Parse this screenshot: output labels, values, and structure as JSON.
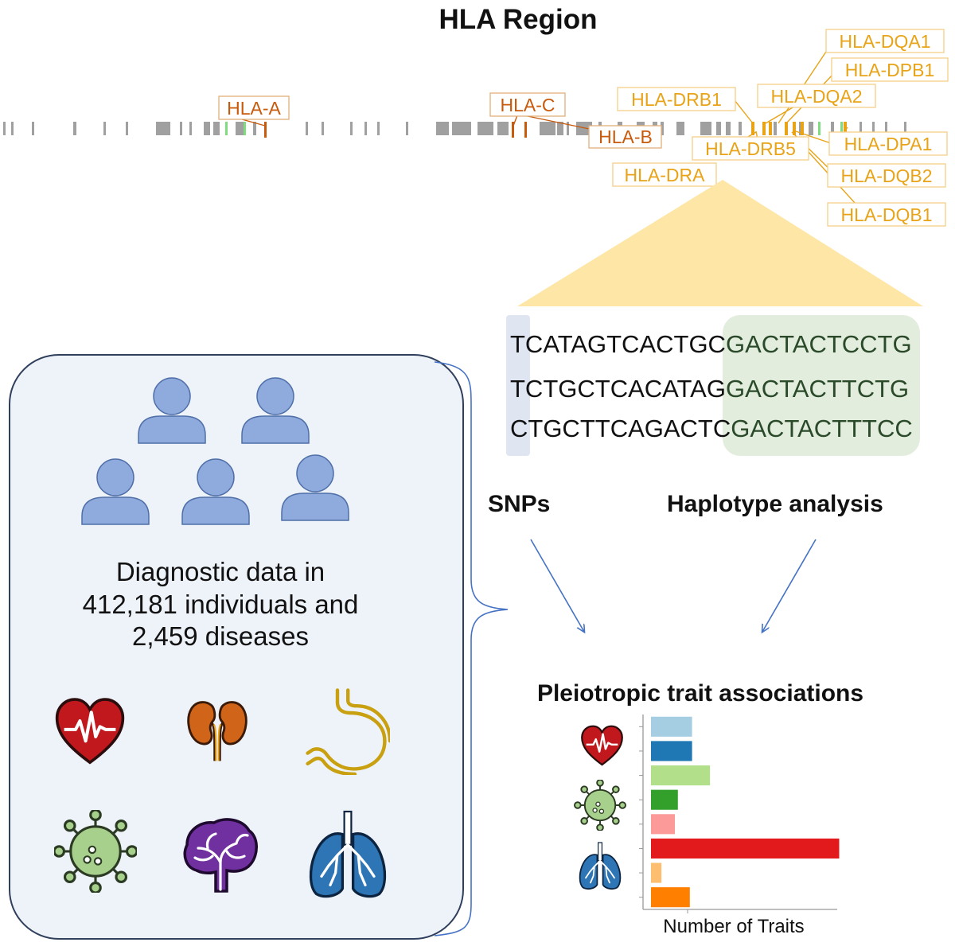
{
  "title": "HLA Region",
  "colors": {
    "class1": "#c85a0c",
    "class2": "#e8a317",
    "gene_gray": "#a0a0a0",
    "gene_green": "#7fdc7f",
    "triangle": "#fde6a6",
    "person": "#8faadc",
    "panel_bg": "#eef3fa",
    "panel_border": "#2f3f5c",
    "arrow": "#4472c4"
  },
  "class_one_genes": [
    "HLA-A",
    "HLA-C",
    "HLA-B"
  ],
  "class_two_genes": [
    "HLA-DQA1",
    "HLA-DPB1",
    "HLA-DRB1",
    "HLA-DQA2",
    "HLA-DRB5",
    "HLA-DPA1",
    "HLA-DRA",
    "HLA-DQB2",
    "HLA-DQB1"
  ],
  "sequences": [
    {
      "left": "TCATAGTCACTGC",
      "right": "GACTACTCCTG"
    },
    {
      "left": "TCTGCTCACATAG",
      "right": "GACTACTTCTG"
    },
    {
      "left": "CTGCTTCAGACTC",
      "right": "GACTACTTTCC"
    }
  ],
  "snps_label": "SNPs",
  "haplotype_label": "Haplotype analysis",
  "diagnostic_text": [
    "Diagnostic data in",
    "412,181 individuals and",
    "2,459 diseases"
  ],
  "disease_icons": [
    "heart-icon",
    "kidney-icon",
    "stomach-icon",
    "virus-icon",
    "brain-icon",
    "lungs-icon"
  ],
  "pleiotropic_label": "Pleiotropic trait associations",
  "chart_data": {
    "type": "bar",
    "orientation": "horizontal",
    "title": "",
    "xlabel": "Number of Traits",
    "ylabel": "",
    "grid": false,
    "legend": "none",
    "xlim": [
      0,
      26
    ],
    "categories": [
      "",
      "",
      "",
      "",
      "",
      "",
      "",
      ""
    ],
    "values": [
      5.5,
      5.5,
      7.9,
      3.6,
      3.2,
      25.2,
      1.4,
      5.2
    ],
    "colors": [
      "#a6cee3",
      "#1f78b4",
      "#b2df8a",
      "#33a02c",
      "#fb9a99",
      "#e31a1c",
      "#fdbf6f",
      "#ff7f00"
    ]
  }
}
